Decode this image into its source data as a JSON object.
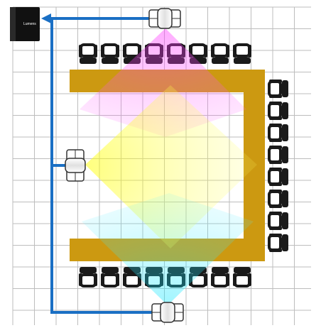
{
  "diagram": {
    "kind": "room-layout",
    "recorder": {
      "brand_text": "Lumens",
      "icon": "recorder-box-icon"
    },
    "cameras": [
      {
        "name": "camera-top",
        "orientation": "down",
        "beam_color": "#e64de6"
      },
      {
        "name": "camera-left",
        "orientation": "right",
        "beam_color": "#ffff33"
      },
      {
        "name": "camera-bottom",
        "orientation": "up",
        "beam_color": "#33d4e6"
      }
    ],
    "seating": {
      "top_row_count": 8,
      "bottom_row_count": 8,
      "right_column_count": 8
    },
    "colors": {
      "grid": "#bdbdbd",
      "table": "#cc9911",
      "cable": "#1a6fc4",
      "chair": "#1a1a1a"
    }
  }
}
